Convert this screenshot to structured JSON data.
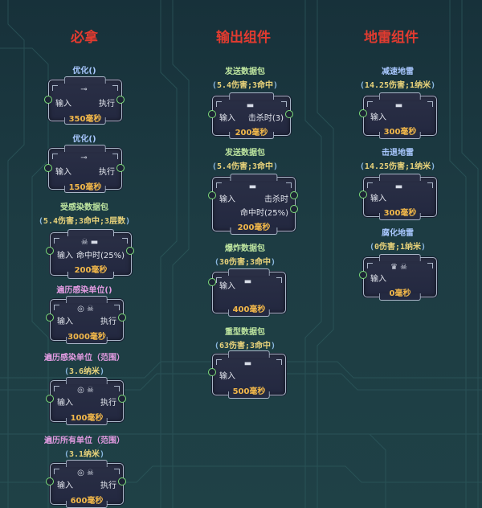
{
  "columns": {
    "must_have": "必拿",
    "output": "输出组件",
    "mine": "地雷组件"
  },
  "ports": {
    "input": "输入",
    "execute": "执行",
    "on_kill": "击杀时(3)",
    "on_kill_plain": "击杀时",
    "on_hit": "命中时(25%)"
  },
  "icons": {
    "branch": "⊸",
    "packet": "▬",
    "skull": "☠",
    "radar": "◎",
    "crown": "♛"
  },
  "nodes": {
    "opt1": {
      "title": "优化()",
      "duration": "350毫秒"
    },
    "opt2": {
      "title": "优化()",
      "duration": "150毫秒"
    },
    "infect_pkt": {
      "title": "受感染数据包",
      "open": "(",
      "stats": "5.4伤害;3命中;3层数",
      "close": ")",
      "duration": "200毫秒"
    },
    "iter_infect": {
      "title": "遍历感染单位()",
      "duration": "3000毫秒"
    },
    "iter_infect_range": {
      "title": "遍历感染单位（范围）",
      "open": "(",
      "stats": "3.6纳米",
      "close": ")",
      "duration": "100毫秒"
    },
    "iter_all_range": {
      "title": "遍历所有单位（范围）",
      "open": "(",
      "stats": "3.1纳米",
      "close": ")",
      "duration": "600毫秒"
    },
    "send_pkt1": {
      "title": "发送数据包",
      "open": "(",
      "stats": "5.4伤害;3命中",
      "close": ")",
      "duration": "200毫秒"
    },
    "send_pkt2": {
      "title": "发送数据包",
      "open": "(",
      "stats": "5.4伤害;3命中",
      "close": ")",
      "duration": "200毫秒"
    },
    "explode_pkt": {
      "title": "爆炸数据包",
      "open": "(",
      "stats": "30伤害;3命中",
      "close": ")",
      "duration": "400毫秒"
    },
    "heavy_pkt": {
      "title": "重型数据包",
      "open": "(",
      "stats": "63伤害;3命中",
      "close": ")",
      "duration": "500毫秒"
    },
    "slow_mine": {
      "title": "减速地雷",
      "open": "(",
      "stats": "14.25伤害;1纳米",
      "close": ")",
      "duration": "300毫秒"
    },
    "knock_mine": {
      "title": "击退地雷",
      "open": "(",
      "stats": "14.25伤害;1纳米",
      "close": ")",
      "duration": "300毫秒"
    },
    "corrode_mine": {
      "title": "腐化地雷",
      "open": "(",
      "stats": "0伤害;1纳米",
      "close": ")",
      "duration": "0毫秒"
    }
  }
}
